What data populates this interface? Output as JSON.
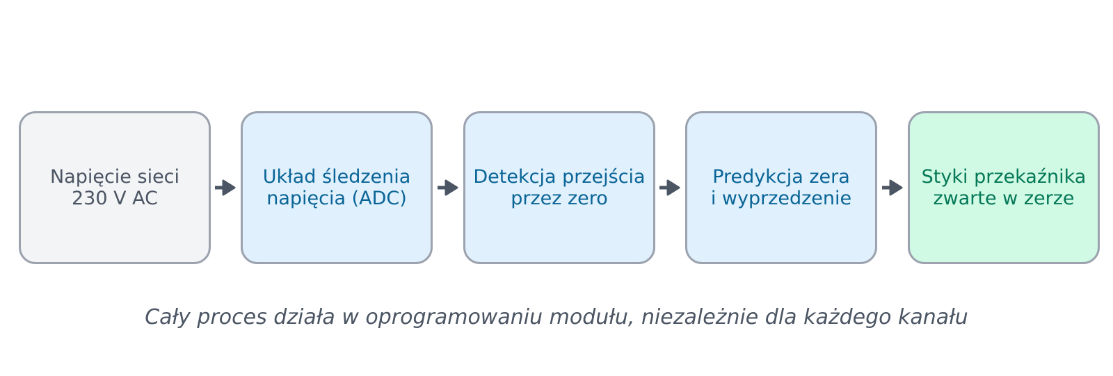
{
  "diagram": {
    "nodes": [
      {
        "id": "mains-voltage",
        "lines": [
          "Napięcie sieci",
          "230 V AC"
        ],
        "style": "neutral"
      },
      {
        "id": "voltage-tracking",
        "lines": [
          "Układ śledzenia",
          "napięcia (ADC)"
        ],
        "style": "blue"
      },
      {
        "id": "zero-cross-detection",
        "lines": [
          "Detekcja przejścia",
          "przez zero"
        ],
        "style": "blue"
      },
      {
        "id": "zero-prediction",
        "lines": [
          "Predykcja zera",
          "i wyprzedzenie"
        ],
        "style": "blue"
      },
      {
        "id": "relay-contacts",
        "lines": [
          "Styki przekaźnika",
          "zwarte w zerze"
        ],
        "style": "green"
      }
    ],
    "edges": [
      {
        "from": "mains-voltage",
        "to": "voltage-tracking"
      },
      {
        "from": "voltage-tracking",
        "to": "zero-cross-detection"
      },
      {
        "from": "zero-cross-detection",
        "to": "zero-prediction"
      },
      {
        "from": "zero-prediction",
        "to": "relay-contacts"
      }
    ],
    "caption": "Cały proces działa w oprogramowaniu modułu, niezależnie dla każdego kanału"
  },
  "colors": {
    "border": "#9ca3af",
    "arrow": "#4b5563",
    "neutral_fill": "#f3f4f6",
    "neutral_text": "#4b5563",
    "blue_fill": "#e0f0fd",
    "blue_text": "#0a6597",
    "green_fill": "#d1fae5",
    "green_text": "#047857"
  }
}
